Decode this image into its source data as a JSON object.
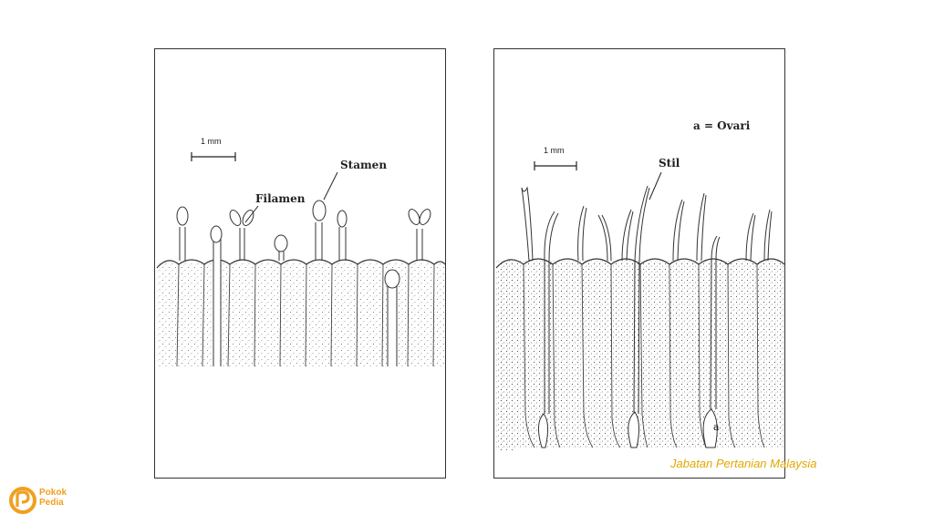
{
  "left_panel": {
    "scale_label": "1 mm",
    "label_stamen": "Stamen",
    "label_filamen": "Filamen"
  },
  "right_panel": {
    "legend": "a = Ovari",
    "scale_label": "1 mm",
    "label_stil": "Stil",
    "label_a": "a"
  },
  "credit": "Jabatan Pertanian Malaysia",
  "logo": {
    "line1": "Pokok",
    "line2": "Pedia",
    "icon": "pokokpedia-logo-icon"
  }
}
